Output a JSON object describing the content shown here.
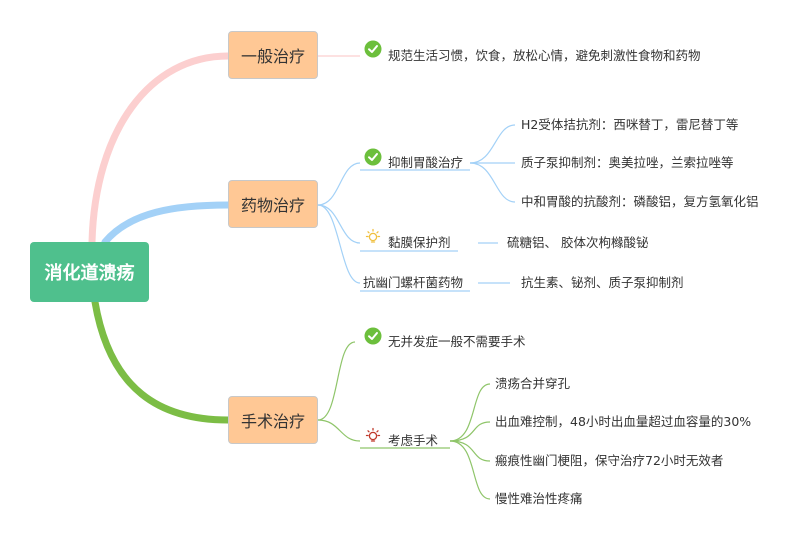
{
  "root": {
    "label": "消化道溃疡"
  },
  "branches": [
    {
      "label": "一般治疗",
      "items": [
        {
          "label": "规范生活习惯，饮食，放松心情，避免刺激性食物和药物",
          "icon": "check-icon"
        }
      ]
    },
    {
      "label": "药物治疗",
      "items": [
        {
          "label": "抑制胃酸治疗",
          "icon": "check-icon",
          "children": [
            "H2受体拮抗剂：西咪替丁，雷尼替丁等",
            "质子泵抑制剂：奥美拉唑，兰索拉唑等",
            "中和胃酸的抗酸剂：磷酸铝，复方氢氧化铝"
          ]
        },
        {
          "label": "黏膜保护剂",
          "icon": "lightbulb-icon",
          "children": [
            "硫糖铝、 胶体次枸橼酸铋"
          ]
        },
        {
          "label": "抗幽门螺杆菌药物",
          "icon": "",
          "children": [
            "抗生素、铋剂、质子泵抑制剂"
          ]
        }
      ]
    },
    {
      "label": "手术治疗",
      "items": [
        {
          "label": "无并发症一般不需要手术",
          "icon": "check-icon"
        },
        {
          "label": "考虑手术",
          "icon": "lightbulb-icon",
          "children": [
            "溃疡合并穿孔",
            "出血难控制，48小时出血量超过血容量的30%",
            "瘢痕性幽门梗阻，保守治疗72小时无效者",
            "慢性难治性疼痛"
          ]
        }
      ]
    }
  ],
  "colors": {
    "root": "#4fc08d",
    "branch_fill": "#ffc895",
    "line_general": "#fccfcf",
    "line_drug": "#a3d1f7",
    "line_surgery": "#7cbd45",
    "line_drug_sub": "#a3d1f7",
    "line_surgery_sub": "#8fc56a",
    "check": "#6cbf3c",
    "bulb_yellow": "#f0c040",
    "bulb_red": "#c0392b"
  }
}
